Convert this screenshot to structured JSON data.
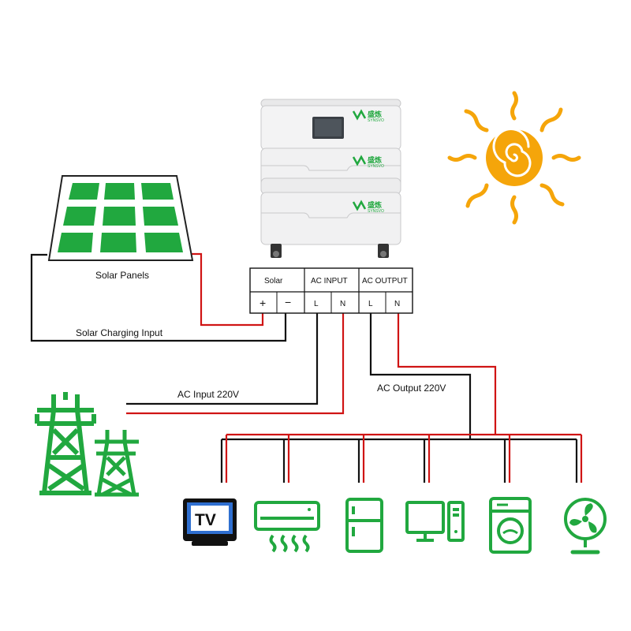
{
  "colors": {
    "green": "#21a83f",
    "red": "#d01414",
    "black": "#111111",
    "sun": "#f5a50a",
    "battery_body": "#f1f1f2",
    "tv_screen": "#2f6fd0"
  },
  "labels": {
    "solar_panels": "Solar Panels",
    "solar_charging_input": "Solar Charging Input",
    "ac_input_220v": "AC Input 220V",
    "ac_output_220v": "AC Output 220V"
  },
  "terminal_block": {
    "solar": {
      "title": "Solar",
      "pos": "+",
      "neg": "−"
    },
    "ac_input": {
      "title": "AC INPUT",
      "l": "L",
      "n": "N"
    },
    "ac_output": {
      "title": "AC OUTPUT",
      "l": "L",
      "n": "N"
    }
  },
  "battery": {
    "brand_cn": "盛炼",
    "brand_en": "SYNSVO",
    "modules": 3
  },
  "appliances": {
    "tv_text": "TV",
    "icons": [
      "tv-icon",
      "air-conditioner-icon",
      "refrigerator-icon",
      "desktop-computer-icon",
      "washing-machine-icon",
      "fan-icon"
    ]
  }
}
